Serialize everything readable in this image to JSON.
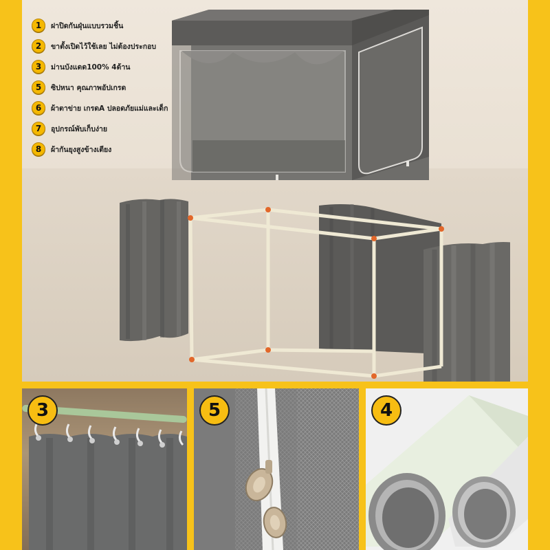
{
  "features": [
    {
      "num": "1",
      "text": "ฝาปิดกันฝุ่นแบบรวมชิ้น"
    },
    {
      "num": "2",
      "text": "ขาตั้งเปิดไว้ใช้เลย ไม่ต้องประกอบ"
    },
    {
      "num": "3",
      "text": "ม่านบังแดด100% 4ด้าน"
    },
    {
      "num": "5",
      "text": "ซิปหนา คุณภาพอัปเกรด"
    },
    {
      "num": "6",
      "text": "ผ้าตาข่าย เกรดA ปลอดภัยแม่และเด็ก"
    },
    {
      "num": "7",
      "text": "อุปกรณ์พับเก็บง่าย"
    },
    {
      "num": "8",
      "text": "ผ้ากันยุงสูงข้างเตียง"
    }
  ],
  "panels": [
    {
      "badge": "3"
    },
    {
      "badge": "5"
    },
    {
      "badge": "4"
    }
  ],
  "colors": {
    "accent": "#f7c21a",
    "badge": "#f5b800",
    "curtain": "#6b6b6b"
  }
}
